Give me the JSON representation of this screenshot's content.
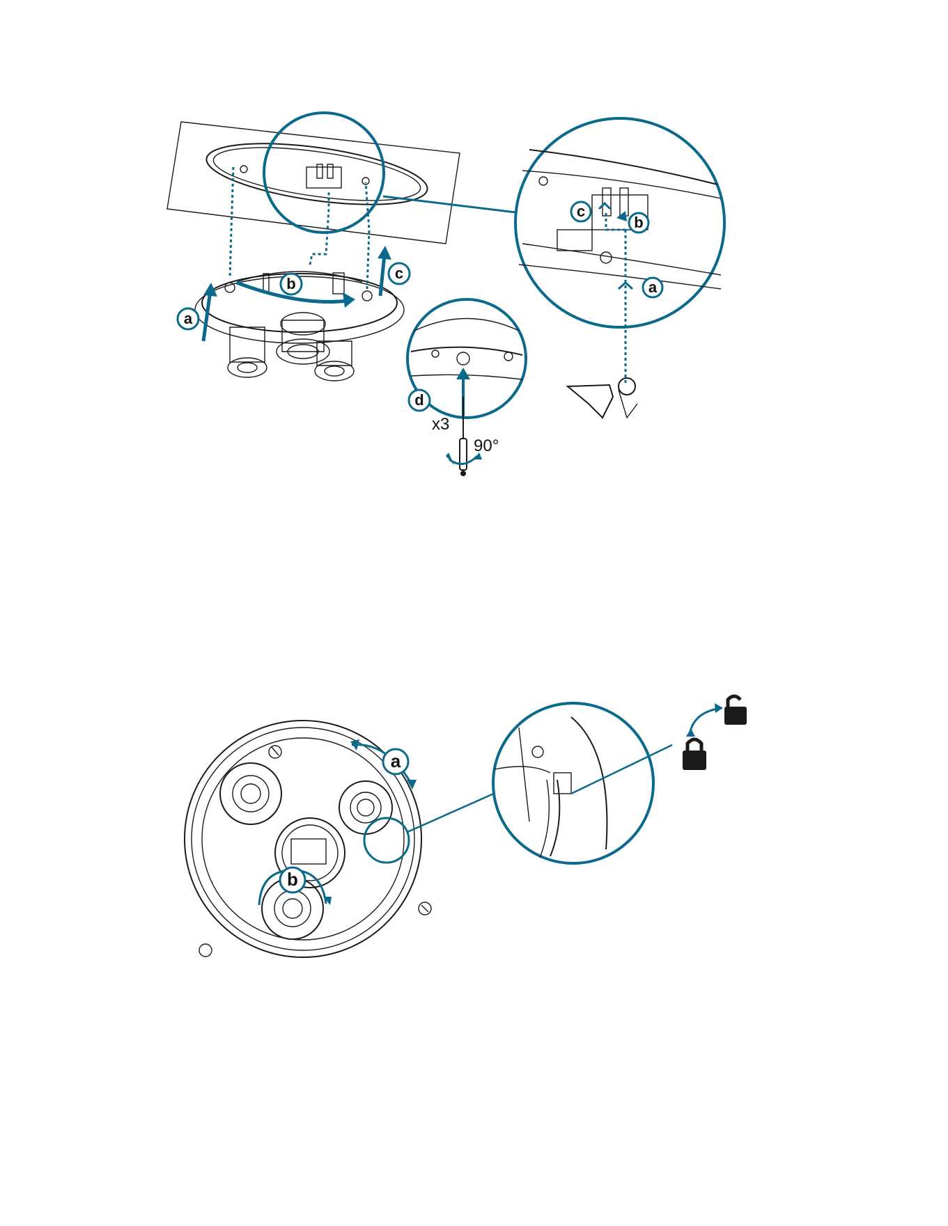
{
  "colors": {
    "accent": "#0b6a8c",
    "line": "#1a1a1a",
    "background": "#ffffff"
  },
  "figure1": {
    "callouts": {
      "a": "a",
      "b": "b",
      "c": "c",
      "d": "d"
    },
    "zoom_callouts": {
      "a": "a",
      "b": "b",
      "c": "c"
    },
    "screw_count": "x3",
    "rotation": "90°"
  },
  "figure2": {
    "callouts": {
      "a": "a",
      "b": "b"
    },
    "icons": {
      "locked": "lock-icon",
      "unlocked": "unlock-icon"
    }
  }
}
